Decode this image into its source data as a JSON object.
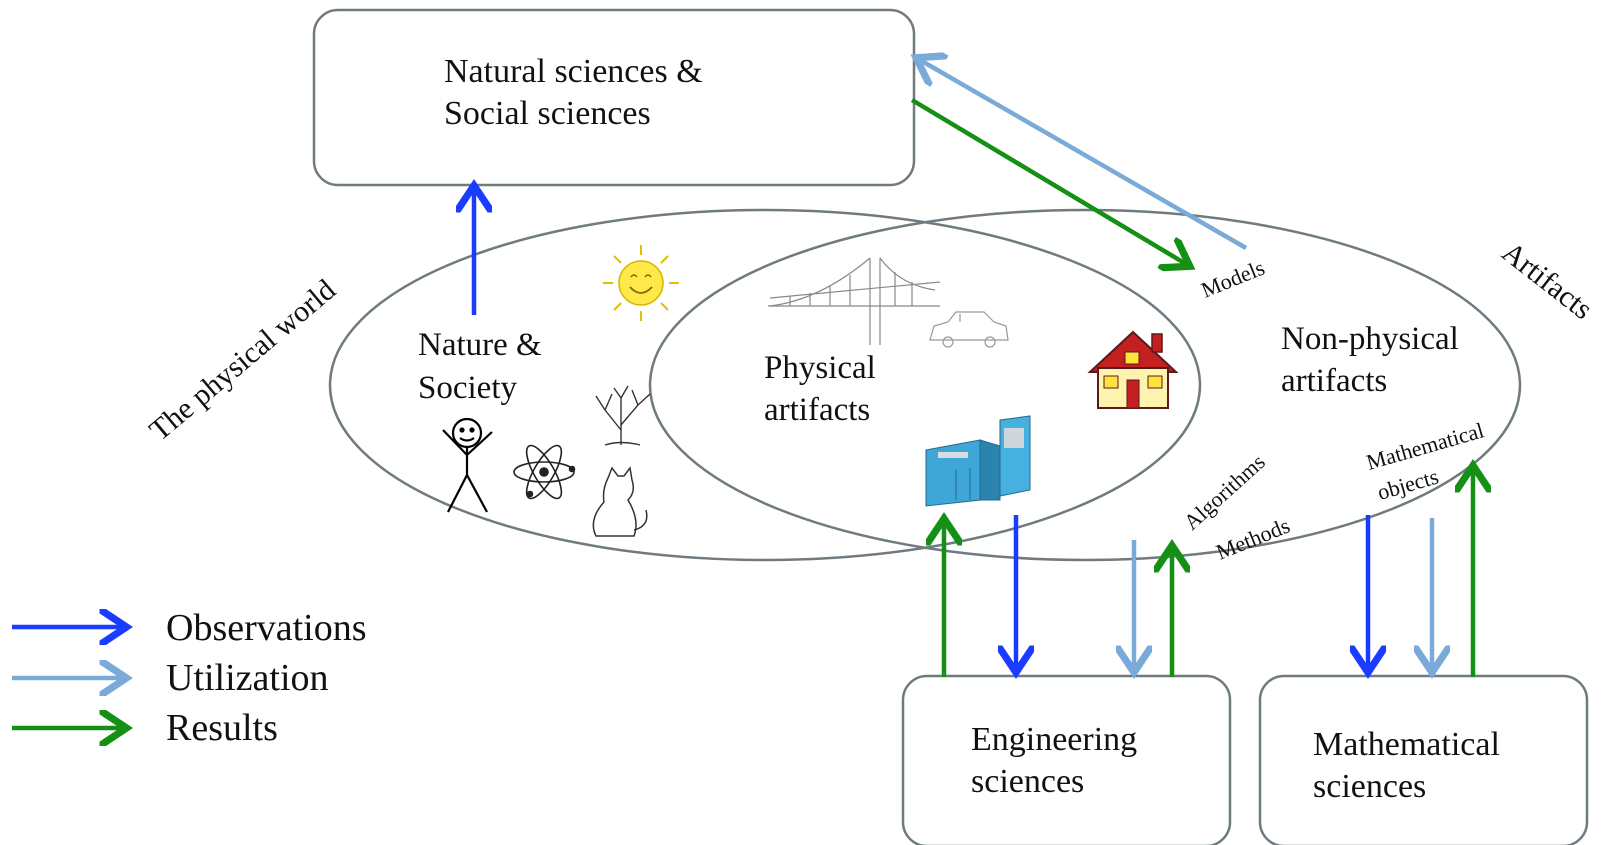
{
  "boxes": {
    "natural": {
      "line1": "Natural sciences &",
      "line2": "Social sciences"
    },
    "engineering": {
      "line1": "Engineering",
      "line2": "sciences"
    },
    "mathematical": {
      "line1": "Mathematical",
      "line2": "sciences"
    }
  },
  "regions": {
    "physical_world": "The physical world",
    "artifacts": "Artifacts",
    "nature_society": {
      "line1": "Nature &",
      "line2": "Society"
    },
    "physical_artifacts": {
      "line1": "Physical",
      "line2": "artifacts"
    },
    "non_physical_artifacts": {
      "line1": "Non-physical",
      "line2": "artifacts"
    }
  },
  "labels": {
    "models": "Models",
    "algorithms": "Algorithms",
    "methods": "Methods",
    "math_objects_line1": "Mathematical",
    "math_objects_line2": "objects"
  },
  "legend": [
    {
      "label": "Observations",
      "color": "#1a3cff"
    },
    {
      "label": "Utilization",
      "color": "#7aaad8"
    },
    {
      "label": "Results",
      "color": "#149014"
    }
  ],
  "colors": {
    "observations": "#1a3cff",
    "utilization": "#7aaad8",
    "results": "#149014",
    "outline": "#6f7b80"
  },
  "icons": [
    "sun-icon",
    "stick-figure-icon",
    "atom-icon",
    "tree-icon",
    "cat-icon",
    "bridge-icon",
    "car-icon",
    "house-icon",
    "computer-icon"
  ]
}
